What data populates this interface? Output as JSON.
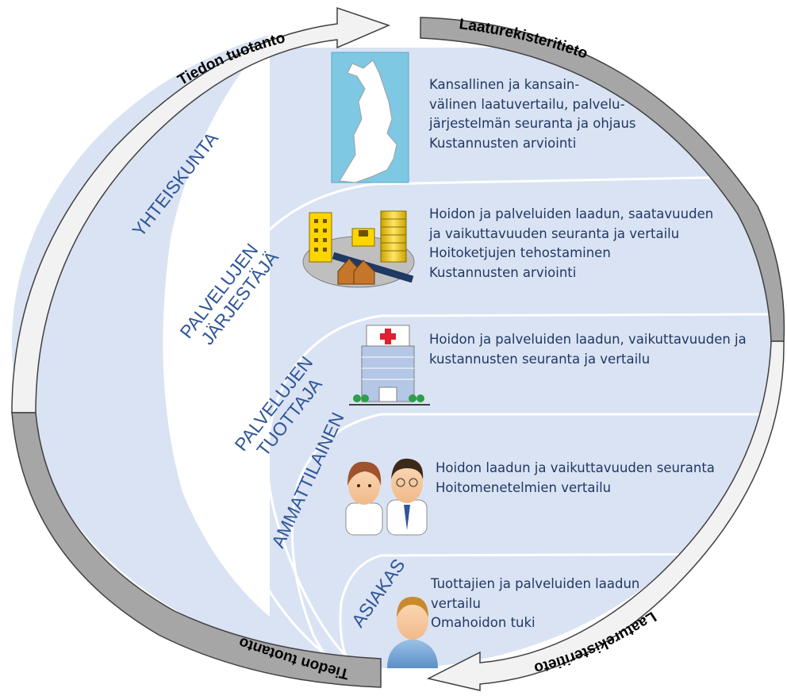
{
  "colors": {
    "background_fill": "#dae3f3",
    "level_text": "#2f5597",
    "description_text": "#1f3864",
    "arrow_light": "#f2f2f2",
    "arrow_dark": "#a6a6a6",
    "separator": "#ffffff"
  },
  "arrows": {
    "top_left": "Tiedon tuotanto",
    "top_right": "Laaturekisteritieto",
    "bottom_left": "Tiedon tuotanto",
    "bottom_right": "Laaturekisteritieto"
  },
  "levels": [
    {
      "id": "yhteiskunta",
      "lines": [
        "YHTEISKUNTA"
      ],
      "icon": "finland-map-icon",
      "description": [
        "Kansallinen ja kansain-",
        "välinen laatuvertailu, palvelu-",
        "järjestelmän seuranta ja ohjaus",
        "Kustannusten arviointi"
      ]
    },
    {
      "id": "palvelujen-jarjestaja",
      "lines": [
        "PALVELUJEN",
        "JÄRJESTÄJÄ"
      ],
      "icon": "city-coins-icon",
      "description": [
        "Hoidon ja palveluiden laadun, saatavuuden",
        "ja vaikuttavuuden seuranta ja vertailu",
        "Hoitoketjujen tehostaminen",
        "Kustannusten arviointi"
      ]
    },
    {
      "id": "palvelujen-tuottaja",
      "lines": [
        "PALVELUJEN",
        "TUOTTAJA"
      ],
      "icon": "hospital-icon",
      "description": [
        "Hoidon ja palveluiden laadun, vaikuttavuuden ja",
        "kustannusten seuranta ja vertailu"
      ]
    },
    {
      "id": "ammattilainen",
      "lines": [
        "AMMATTILAINEN"
      ],
      "icon": "doctor-nurse-icon",
      "description": [
        "Hoidon laadun ja vaikuttavuuden seuranta",
        "Hoitomenetelmien vertailu"
      ]
    },
    {
      "id": "asiakas",
      "lines": [
        "ASIAKAS"
      ],
      "icon": "patient-icon",
      "description": [
        "Tuottajien ja palveluiden laadun",
        "vertailu",
        "Omahoidon tuki"
      ]
    }
  ]
}
